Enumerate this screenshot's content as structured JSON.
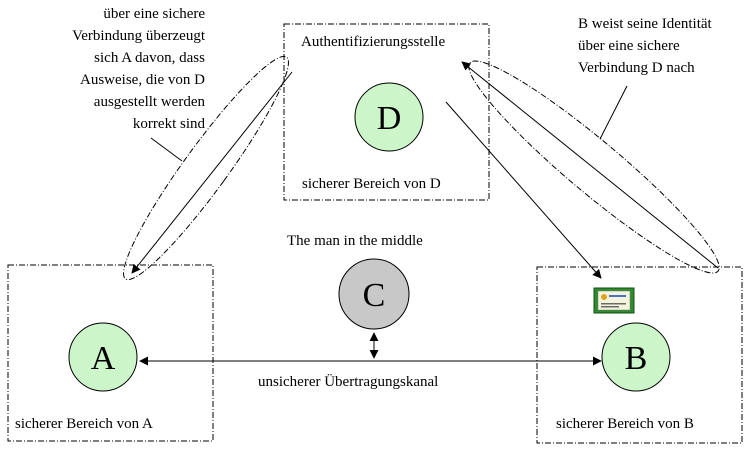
{
  "diagram": {
    "authority_title": "Authentifizierungsstelle",
    "nodes": {
      "A": {
        "letter": "A",
        "fill": "#ccf5c9"
      },
      "B": {
        "letter": "B",
        "fill": "#ccf5c9"
      },
      "C": {
        "letter": "C",
        "fill": "#c8c8c8"
      },
      "D": {
        "letter": "D",
        "fill": "#ccf5c9"
      }
    },
    "region_labels": {
      "A": "sicherer Bereich von A",
      "B": "sicherer Bereich von B",
      "D": "sicherer Bereich von D"
    },
    "middle_label": "The man in the middle",
    "channel_label": "unsicherer Übertragungskanal",
    "annotations": {
      "left": [
        "über eine sichere",
        "Verbindung überzeugt",
        "sich A davon, dass",
        "Ausweise, die von D",
        "ausgestellt werden",
        "korrekt sind"
      ],
      "right": [
        "B weist seine Identität",
        "über eine sichere",
        "Verbindung D nach"
      ]
    },
    "certificate_icon": "certificate-icon"
  }
}
